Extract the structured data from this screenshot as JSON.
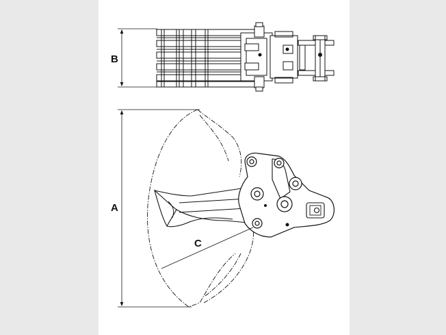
{
  "diagram": {
    "labels": {
      "a": "A",
      "b": "B",
      "c": "C"
    },
    "colors": {
      "background": "#e9e9e9",
      "page": "#ffffff",
      "line": "#111111"
    },
    "icons": [
      "top-view-grapple",
      "side-view-grapple",
      "dimension-arrow"
    ]
  }
}
